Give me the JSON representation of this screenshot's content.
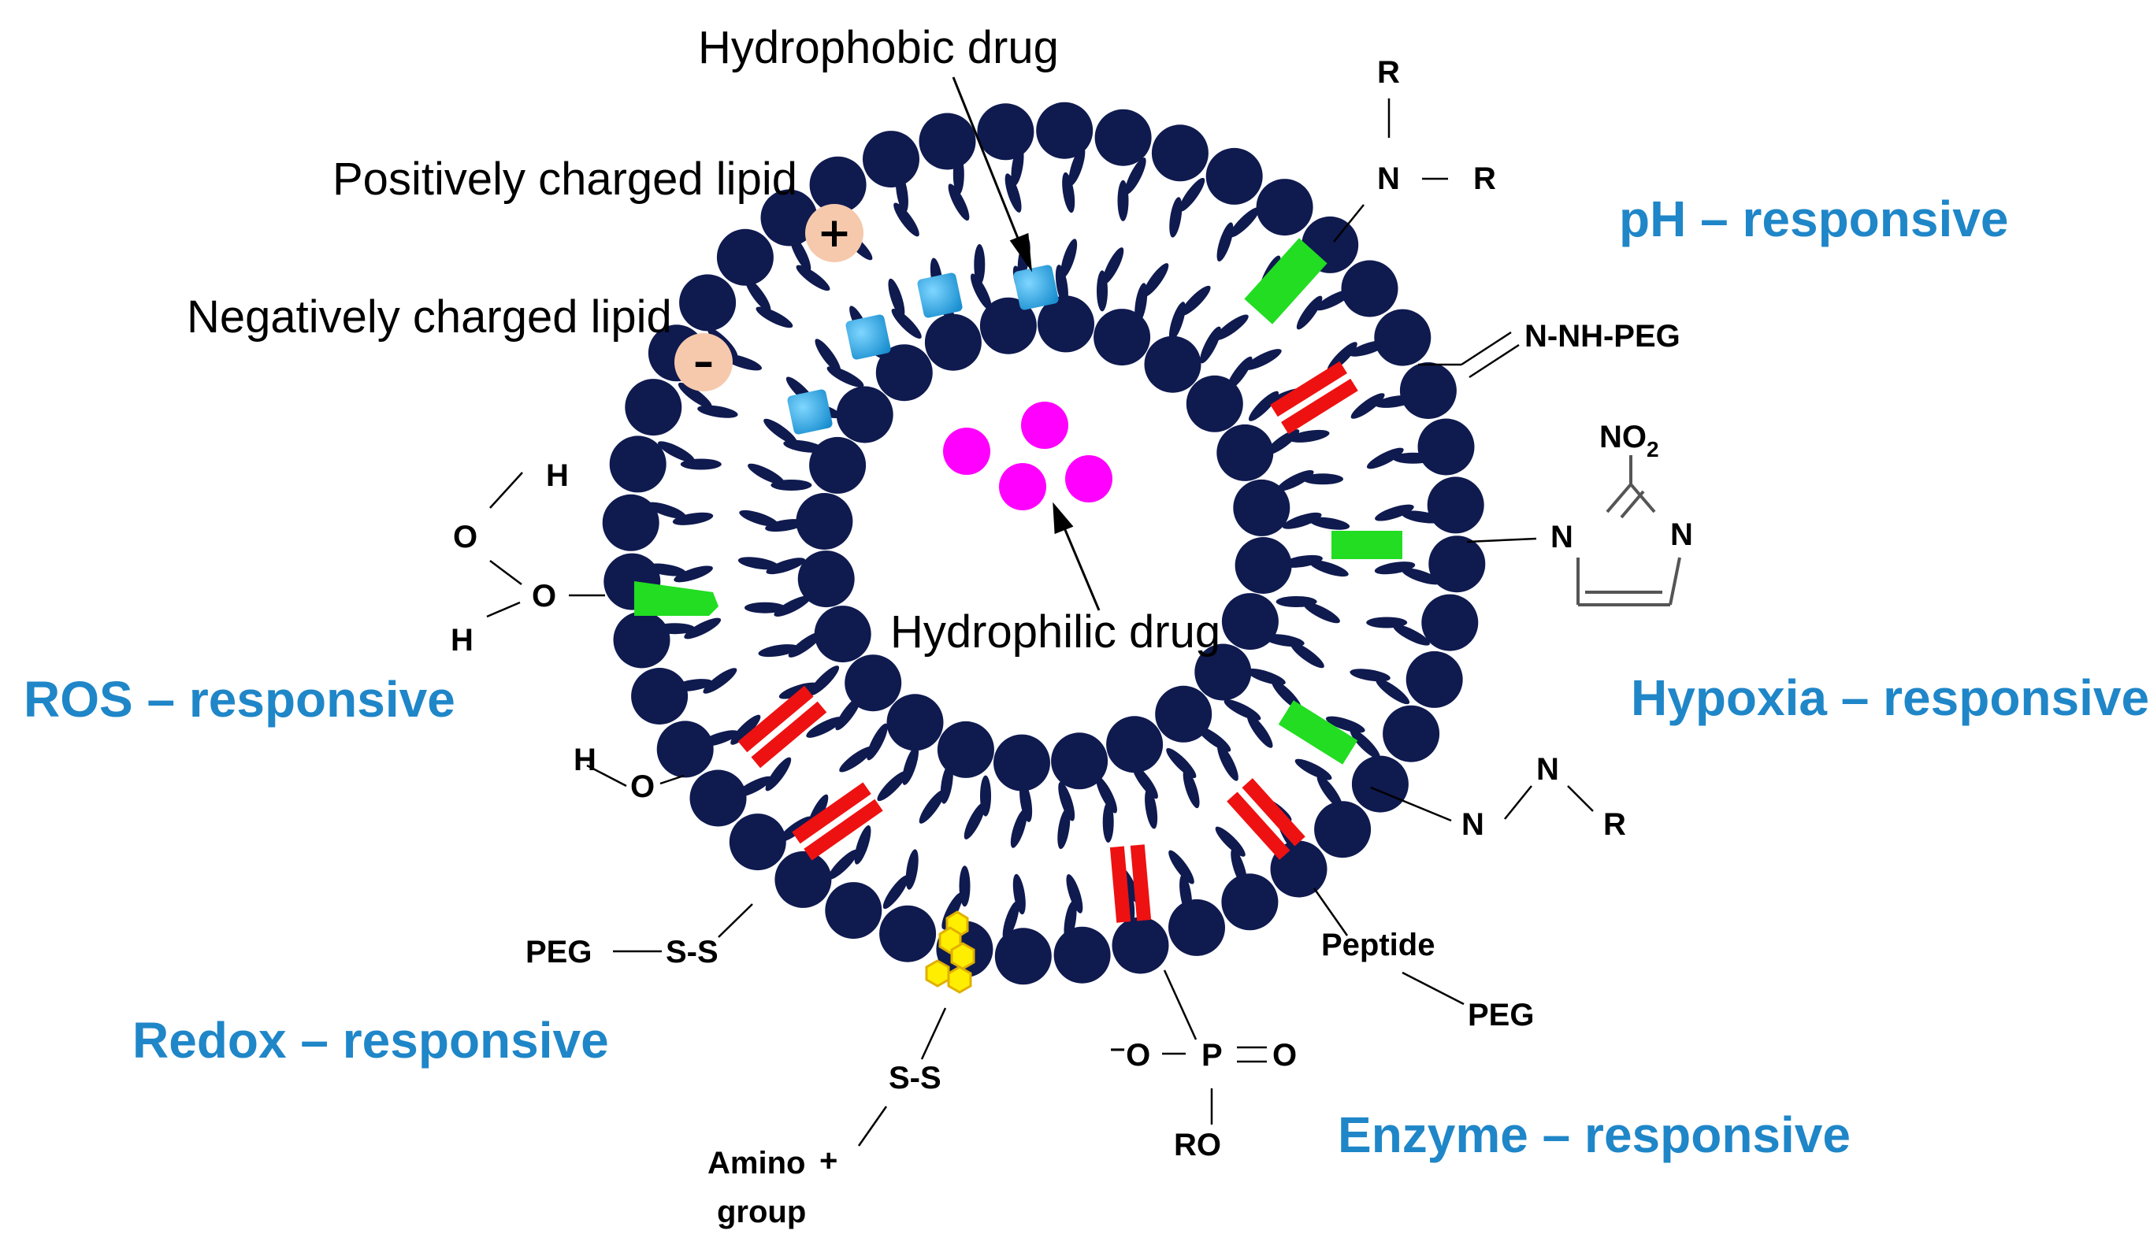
{
  "colors": {
    "head": "#0f1a4f",
    "tail": "#0f1a4f",
    "responsive": "#1f86c8",
    "hydrophilic_drug": "#ff00ff",
    "hydrophobic_drug": "#29abe2",
    "charge_circle": "#f6c9ad",
    "green_bar": "#22dd22",
    "red_bar": "#ee1111",
    "yellow_hex": "#ffee00",
    "line": "#000000"
  },
  "icons": {
    "hydrophilic_drug": "magenta-sphere",
    "hydrophobic_drug": "blue-cube",
    "positive_charge": "plus-sign-circle",
    "negative_charge": "minus-sign-circle",
    "cholesterol": "yellow-hexagon-cluster"
  },
  "labels": {
    "hydrophobic_drug": "Hydrophobic drug",
    "hydrophilic_drug": "Hydrophilic drug",
    "positively_charged_lipid": "Positively charged lipid",
    "negatively_charged_lipid": "Negatively charged lipid",
    "plus_sign": "+",
    "minus_sign": "–"
  },
  "responsive": {
    "ph": "pH – responsive",
    "ros": "ROS – responsive",
    "hypoxia": "Hypoxia – responsive",
    "redox": "Redox – responsive",
    "enzyme": "Enzyme – responsive"
  },
  "chem": {
    "ph_R_top": "R",
    "ph_N": "N",
    "ph_R_right": "R",
    "hydrazone": "N-NH-PEG",
    "no2": "NO",
    "no2_sub": "2",
    "imid_N_left": "N",
    "imid_N_right": "N",
    "triazene_N1": "N",
    "triazene_N2": "N",
    "triazene_R": "R",
    "peptide": "Peptide",
    "peg_enzyme": "PEG",
    "phos_Ominus": "⁻O",
    "phos_P": "P",
    "phos_O": "O",
    "phos_RO": "RO",
    "ss_bottom": "S-S",
    "amino": "Amino",
    "amino_plus": "+",
    "group": "group",
    "peg_redox": "PEG",
    "ss_redox": "S-S",
    "ho_H": "H",
    "ho_O": "O",
    "ros_H_top": "H",
    "ros_O_top": "O",
    "ros_O_mid": "O",
    "ros_H_bot": "H"
  }
}
